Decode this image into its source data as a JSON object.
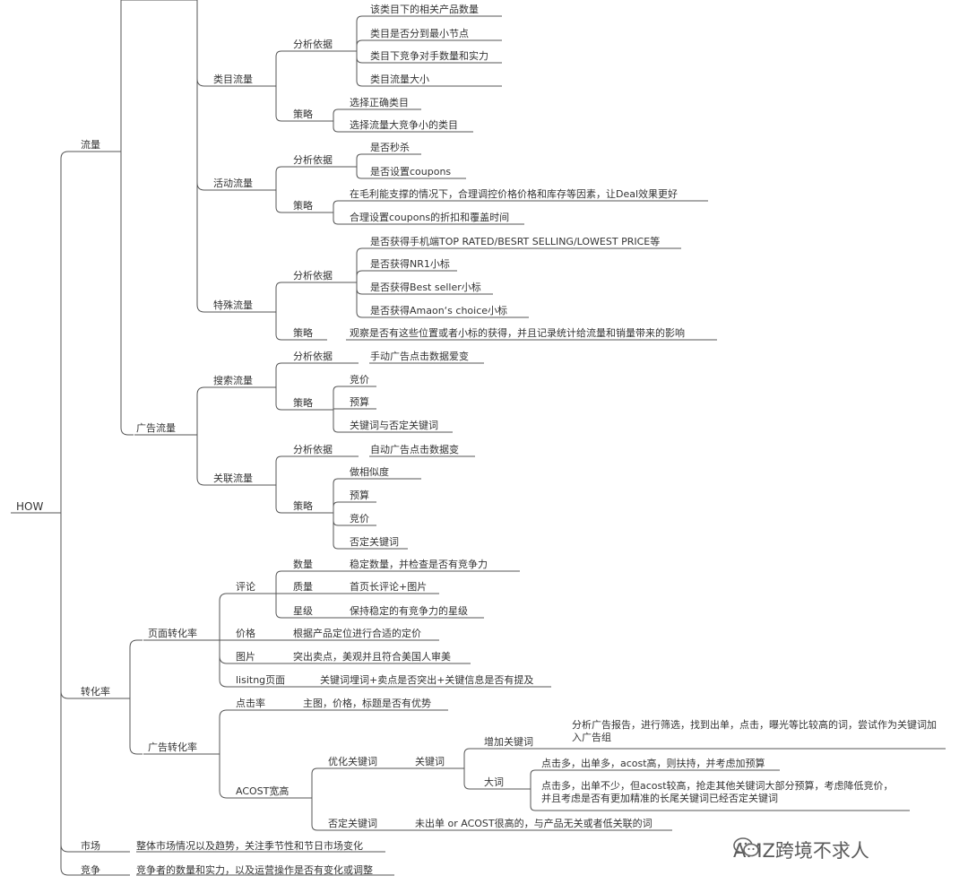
{
  "mindmap": {
    "root": "HOW",
    "l1": {
      "traffic": "流量",
      "conversion": "转化率",
      "market": "市场",
      "competition": "竞争"
    },
    "traffic": {
      "category": {
        "label": "类目流量",
        "basis_label": "分析依据",
        "basis": [
          "该类目下的相关产品数量",
          "类目是否分到最小节点",
          "类目下竞争对手数量和实力",
          "类目流量大小"
        ],
        "strategy_label": "策略",
        "strategy": [
          "选择正确类目",
          "选择流量大竞争小的类目"
        ]
      },
      "activity": {
        "label": "活动流量",
        "basis_label": "分析依据",
        "basis": [
          "是否秒杀",
          "是否设置coupons"
        ],
        "strategy_label": "策略",
        "strategy": [
          "在毛利能支撑的情况下，合理调控价格价格和库存等因素，让Deal效果更好",
          "合理设置coupons的折扣和覆盖时间"
        ]
      },
      "special": {
        "label": "特殊流量",
        "basis_label": "分析依据",
        "basis": [
          "是否获得手机端TOP RATED/BESRT SELLING/LOWEST PRICE等",
          "是否获得NR1小标",
          "是否获得Best seller小标",
          "是否获得Amaon‘s choice小标"
        ],
        "strategy_label": "策略",
        "strategy": [
          "观察是否有这些位置或者小标的获得，并且记录统计给流量和销量带来的影响"
        ]
      },
      "ads": {
        "label": "广告流量",
        "search": {
          "label": "搜索流量",
          "basis_label": "分析依据",
          "basis": "手动广告点击数据爱变",
          "strategy_label": "策略",
          "strategy": [
            "竞价",
            "预算",
            "关键词与否定关键词"
          ]
        },
        "related": {
          "label": "关联流量",
          "basis_label": "分析依据",
          "basis": "自动广告点击数据变",
          "strategy_label": "策略",
          "strategy": [
            "做相似度",
            "预算",
            "竞价",
            "否定关键词"
          ]
        }
      }
    },
    "conversion": {
      "page": {
        "label": "页面转化率",
        "review": {
          "label": "评论",
          "items": [
            {
              "k": "数量",
              "v": "稳定数量，并检查是否有竞争力"
            },
            {
              "k": "质量",
              "v": "首页长评论+图片"
            },
            {
              "k": "星级",
              "v": "保持稳定的有竞争力的星级"
            }
          ]
        },
        "others": [
          {
            "k": "价格",
            "v": "根据产品定位进行合适的定价"
          },
          {
            "k": "图片",
            "v": "突出卖点，美观并且符合美国人审美"
          },
          {
            "k": "lisitng页面",
            "v": "关键词埋词+卖点是否突出+关键信息是否有提及"
          }
        ]
      },
      "ad": {
        "label": "广告转化率",
        "ctr": {
          "k": "点击率",
          "v": "主图，价格，标题是否有优势"
        },
        "acost": {
          "label": "ACOST宽高",
          "optimize": {
            "label": "优化关键词",
            "keyword_label": "关键词",
            "add": {
              "label": "增加关键词",
              "text": "分析广告报告，进行筛选，找到出单，点击，曝光等比较高的词，尝试作为关键词加入广告组"
            },
            "big": {
              "label": "大词",
              "items": [
                "点击多，出单多，acost高，则扶持，并考虑加预算",
                "点击多，出单不少，但acost较高，抢走其他关键词大部分预算，考虑降低竞价，并且考虑是否有更加精准的长尾关键词已经否定关键词"
              ]
            }
          },
          "negative": {
            "label": "否定关键词",
            "text": "未出单 or ACOST很高的，与产品无关或者低关联的词"
          }
        }
      }
    },
    "market_text": "整体市场情况以及趋势，关注季节性和节日市场变化",
    "competition_text": "竞争者的数量和实力，以及运营操作是否有变化或调整",
    "watermark": "AMZ跨境不求人"
  },
  "colors": {
    "line": "#555555",
    "text": "#333333"
  }
}
